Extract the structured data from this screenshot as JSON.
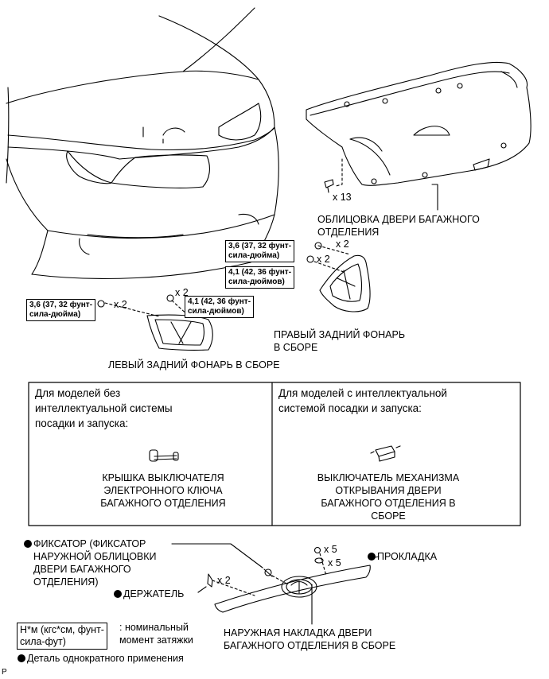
{
  "labels": {
    "trunk_lining": [
      "ОБЛИЦОВКА ДВЕРИ БАГАЖНОГО",
      "ОТДЕЛЕНИЯ"
    ],
    "right_lamp": [
      "ПРАВЫЙ ЗАДНИЙ ФОНАРЬ",
      "В СБОРЕ"
    ],
    "left_lamp": "ЛЕВЫЙ ЗАДНИЙ ФОНАРЬ В СБОРЕ",
    "key_cover": [
      "КРЫШКА ВЫКЛЮЧАТЕЛЯ",
      "ЭЛЕКТРОННОГО КЛЮЧА",
      "БАГАЖНОГО ОТДЕЛЕНИЯ"
    ],
    "opener_switch": [
      "ВЫКЛЮЧАТЕЛЬ МЕХАНИЗМА",
      "ОТКРЫВАНИЯ ДВЕРИ",
      "БАГАЖНОГО ОТДЕЛЕНИЯ В",
      "СБОРЕ"
    ],
    "clip": [
      "ФИКСАТОР (ФИКСАТОР",
      "НАРУЖНОЙ ОБЛИЦОВКИ",
      "ДВЕРИ БАГАЖНОГО",
      "ОТДЕЛЕНИЯ)"
    ],
    "holder": "ДЕРЖАТЕЛЬ",
    "gasket": "ПРОКЛАДКА",
    "garnish": [
      "НАРУЖНАЯ НАКЛАДКА ДВЕРИ",
      "БАГАЖНОГО ОТДЕЛЕНИЯ В СБОРЕ"
    ]
  },
  "quantities": {
    "lining_clips": "x 13",
    "right_top": "x 2",
    "right_bottom": "x 2",
    "left_nut": "x 2",
    "left_bolt": "x 2",
    "holder": "x 2",
    "gasket_top": "x 5",
    "gasket_bottom": "x 5"
  },
  "torques": {
    "right_top": [
      "3,6 (37, 32 фунт-",
      "сила-дюйма)"
    ],
    "right_bottom": [
      "4,1 (42, 36 фунт-",
      "сила-дюймов)"
    ],
    "left_1": [
      "3,6 (37, 32 фунт-",
      "сила-дюйма)"
    ],
    "left_2": [
      "4,1 (42, 36 фунт-",
      "сила-дюймов)"
    ]
  },
  "boxes": {
    "left_header": [
      "Для моделей без",
      "интеллектуальной системы",
      "посадки и запуска:"
    ],
    "right_header": [
      "Для моделей с интеллектуальной",
      "системой посадки и запуска:"
    ]
  },
  "legend": {
    "unit": [
      "Н*м (кгс*см, фунт-",
      "сила-фут)"
    ],
    "unit_desc": [
      ": номинальный",
      "момент затяжки"
    ],
    "nonreusable": "Деталь однократного применения"
  },
  "corner_mark": "P"
}
